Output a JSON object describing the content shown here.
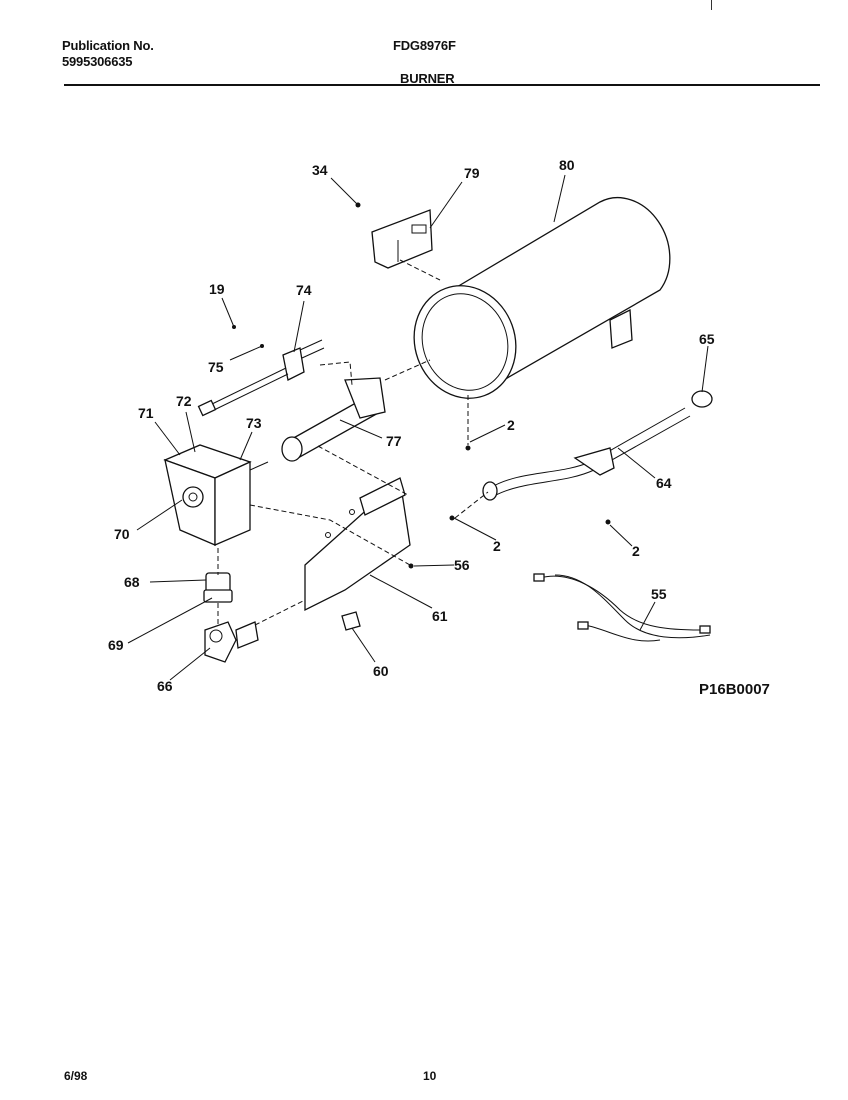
{
  "header": {
    "publication_label": "Publication No.",
    "publication_number": "5995306635",
    "model": "FDG8976F",
    "section": "BURNER"
  },
  "diagram": {
    "code": "P16B0007",
    "callouts": [
      "34",
      "79",
      "80",
      "19",
      "74",
      "75",
      "71",
      "72",
      "73",
      "77",
      "65",
      "2",
      "64",
      "70",
      "2",
      "2",
      "68",
      "56",
      "61",
      "69",
      "66",
      "60",
      "55"
    ]
  },
  "footer": {
    "date": "6/98",
    "page": "10"
  }
}
